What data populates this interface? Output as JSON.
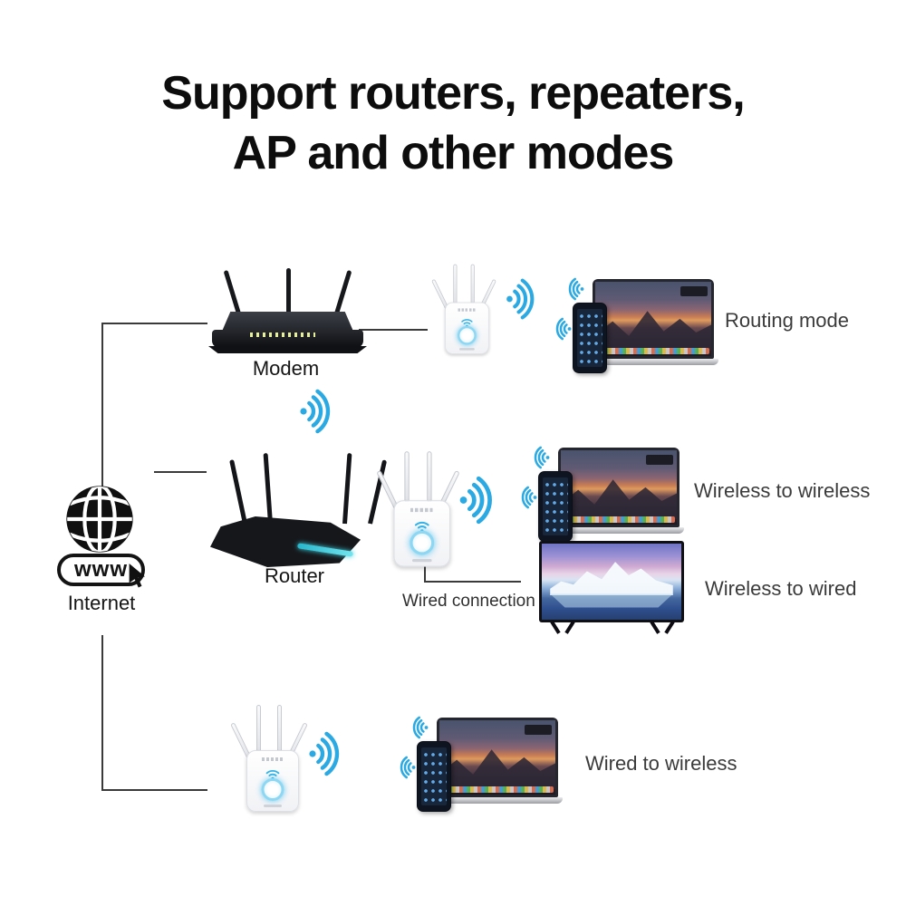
{
  "title": {
    "line1": "Support routers, repeaters,",
    "line2": "AP and other modes"
  },
  "internet": {
    "label": "Internet",
    "www_badge": "www"
  },
  "devices": {
    "modem_label": "Modem",
    "router_label": "Router"
  },
  "modes": [
    {
      "id": "routing-mode",
      "label": "Routing mode"
    },
    {
      "id": "wireless-to-wireless",
      "label": "Wireless to wireless"
    },
    {
      "id": "wireless-to-wired",
      "label": "Wireless to wired"
    },
    {
      "id": "wired-to-wireless",
      "label": "Wired to wireless"
    }
  ],
  "annotations": {
    "wired_connection": "Wired connection"
  },
  "colors": {
    "wifi_blue": "#2BA9E2",
    "connector_line": "#3A3A3A",
    "mode_label_text": "#3B3B3B",
    "title_text": "#0D0D0D",
    "router_accent": "#3FD0DE"
  }
}
